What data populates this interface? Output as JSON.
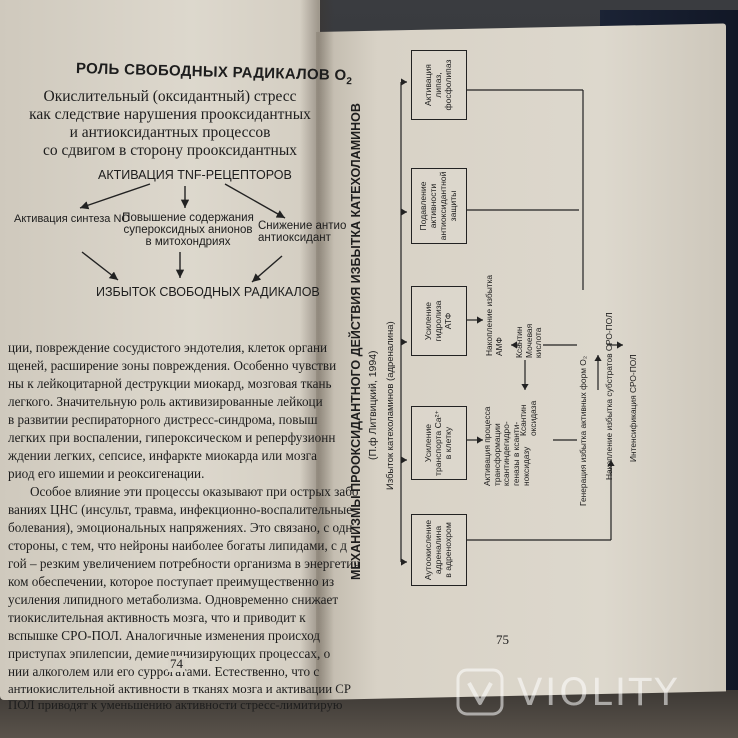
{
  "left_page": {
    "title": "РОЛЬ СВОБОДНЫХ РАДИКАЛОВ О",
    "title_sub": "2",
    "subtitle_lines": [
      "Окислительный (оксидантный) стресс",
      "как следствие нарушения прооксидантных",
      "и антиоксидантных процессов",
      "со сдвигом в сторону прооксидантных"
    ],
    "diagram": {
      "top": "АКТИВАЦИЯ TNF-РЕЦЕПТОРОВ",
      "left": "Активация синтеза NO",
      "middle": [
        "Повышение содержания",
        "супероксидных анионов",
        "в митохондриях"
      ],
      "right": [
        "Снижение антио",
        "антиоксидант"
      ],
      "bottom": "ИЗБЫТОК СВОБОДНЫХ РАДИКАЛОВ"
    },
    "body_lines": [
      "ции, повреждение сосудистого эндотелия, клеток органи",
      "щеней, расширение зоны повреждения. Особенно чувстви",
      "ны к лейкоцитарной деструкции миокард, мозговая ткань",
      "легкого. Значительную роль активизированные лейкоци",
      "в развитии респираторного дистресс-синдрома, повыш",
      "легких при воспалении, гипероксическом и реперфузионн",
      "ждении легких, сепсисе, инфаркте миокарда или мозга",
      "риод его ишемии и реоксигенации.",
      "Особое влияние эти процессы оказывают при острых забо",
      "ваниях ЦНС (инсульт, травма, инфекционно-воспалительные",
      "болевания), эмоциональных напряжениях. Это связано, с одн",
      "стороны, с тем, что нейроны наиболее богаты липидами, с д",
      "гой – резким увеличением потребности организма в энергетич",
      "ком обеспечении, которое поступает преимущественно из",
      "усиления липидного метаболизма. Одновременно снижает",
      "тиокислительная активность мозга, что и приводит к",
      "вспышке СРО-ПОЛ. Аналогичные изменения происход",
      "приступах эпилепсии, демиелинизирующих процессах, о",
      "нии алкоголем или его суррогатами. Естественно, что с",
      "антиокислительной активности в тканях мозга и активации СР",
      "ПОЛ приводят к уменьшению активности стресс-лимитирую"
    ],
    "page_number": "74"
  },
  "right_page": {
    "title": "МЕХАНИЗМЫ ПРООКСИДАНТНОГО ДЕЙСТВИЯ ИЗБЫТКА КАТЕХОЛАМИНОВ",
    "subtitle": "(П.ф Литвицкий, 1994)",
    "source_label": "Избыток катехоламинов (адреналина)",
    "boxes": [
      "Аутоокисление\nадреналина\nв адренохром",
      "Усиление\nтранспорта Ca²⁺\nв клетку",
      "Усиление\nгидролиза\nАТФ",
      "Подавление\nактивности\nантиоксидантной\nзащиты",
      "Активация\nлипаз,\nфосфолипаз"
    ],
    "notes": {
      "calcium": "Активация процесса\nтрансформации\nксантиндегидро-\nгеназы в ксанти-\nноксидазу",
      "adp": "Накопление избытка\nАМФ",
      "xanthine_oxidase": "Ксантин\nоксидаза",
      "xanthine_uric": "Ксантин\nМочевая\nкислота",
      "generation": "Генерация избытка активных форм О₂",
      "substrates": "Накопление избытка субстратов СРО-ПОЛ",
      "intensification": "Интенсификация СРО-ПОЛ"
    },
    "page_number": "75"
  },
  "watermark": {
    "text": "VIOLITY"
  },
  "colors": {
    "paper": "#ddd8cd",
    "ink": "#1d1d1d",
    "background": "#2b2d32",
    "cover": "#151b2b"
  }
}
